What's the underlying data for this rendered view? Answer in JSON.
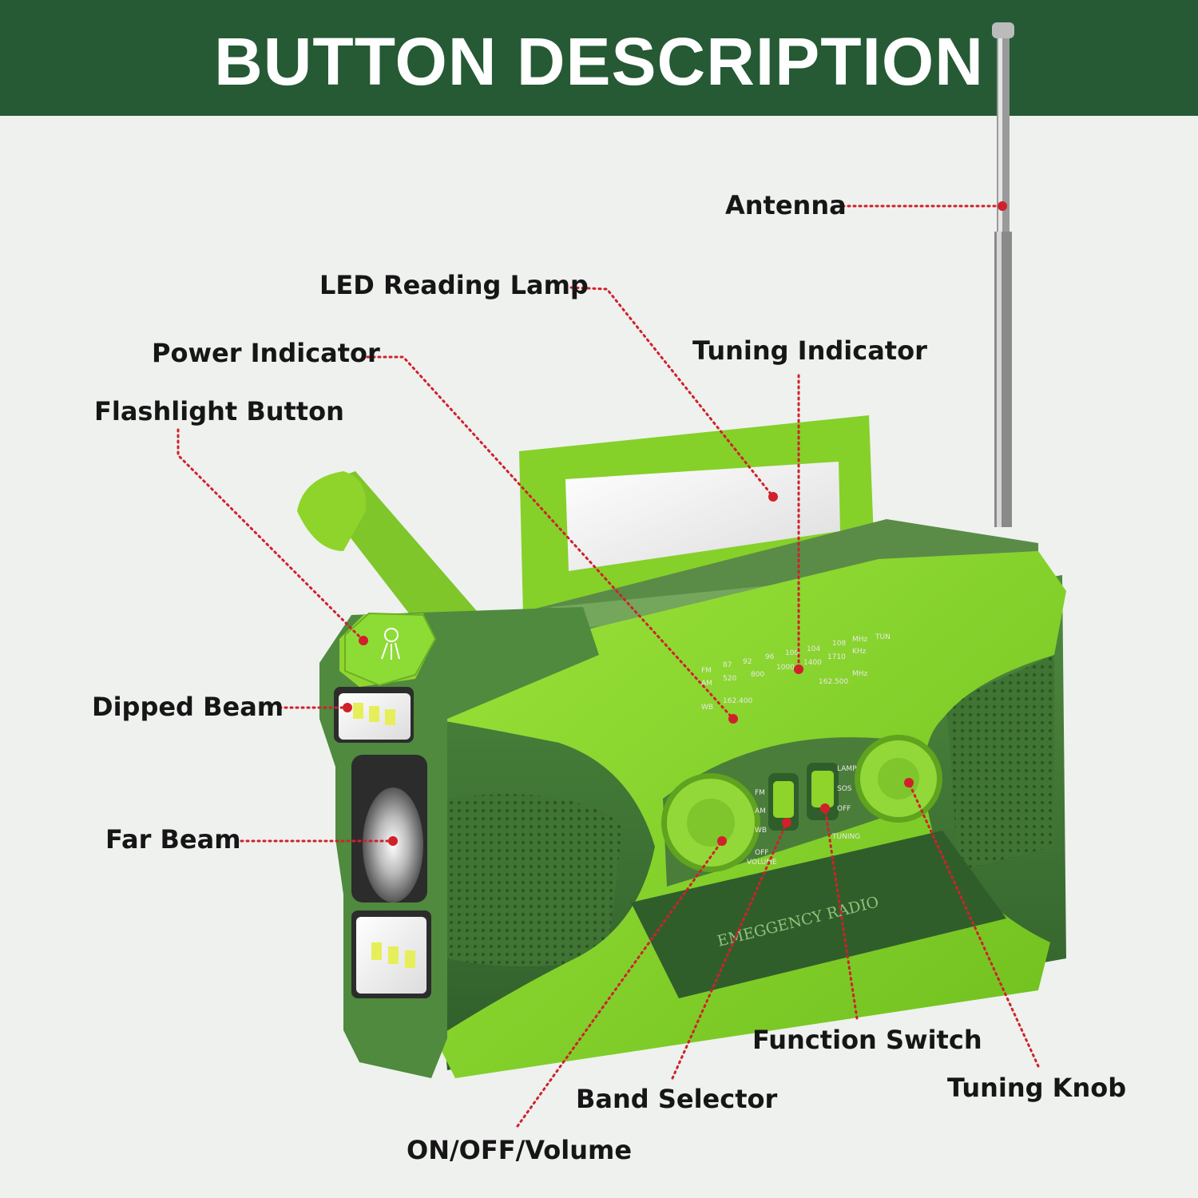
{
  "header": {
    "title": "BUTTON DESCRIPTION"
  },
  "colors": {
    "header_bg": "#255a34",
    "radio_green": "#8ed42a",
    "radio_dark": "#3f7433",
    "leader_red": "#d0212b"
  },
  "callouts": {
    "antenna": "Antenna",
    "led_reading_lamp": "LED Reading Lamp",
    "power_indicator": "Power Indicator",
    "tuning_indicator": "Tuning Indicator",
    "flashlight_button": "Flashlight Button",
    "dipped_beam": "Dipped Beam",
    "far_beam": "Far Beam",
    "function_switch": "Function Switch",
    "tuning_knob": "Tuning Knob",
    "band_selector": "Band Selector",
    "on_off_volume": "ON/OFF/Volume"
  },
  "radio": {
    "body_text": "EMEGGENCY RADIO",
    "dial": {
      "fm": "FM",
      "am": "AM",
      "wb": "WB",
      "fm_scale": [
        "87",
        "92",
        "96",
        "100",
        "104",
        "108"
      ],
      "am_scale": [
        "520",
        "800",
        "1000",
        "1400",
        "1710"
      ],
      "wb_start": "162.400",
      "wb_end": "162.500",
      "mhz": "MHz",
      "khz": "KHz",
      "tun": "TUN"
    },
    "band_labels": [
      "FM",
      "AM",
      "WB"
    ],
    "band_sub": [
      "OFF",
      "VOLUME"
    ],
    "function_labels": [
      "LAMP",
      "SOS",
      "OFF"
    ],
    "tuning_label": "TUNING"
  }
}
